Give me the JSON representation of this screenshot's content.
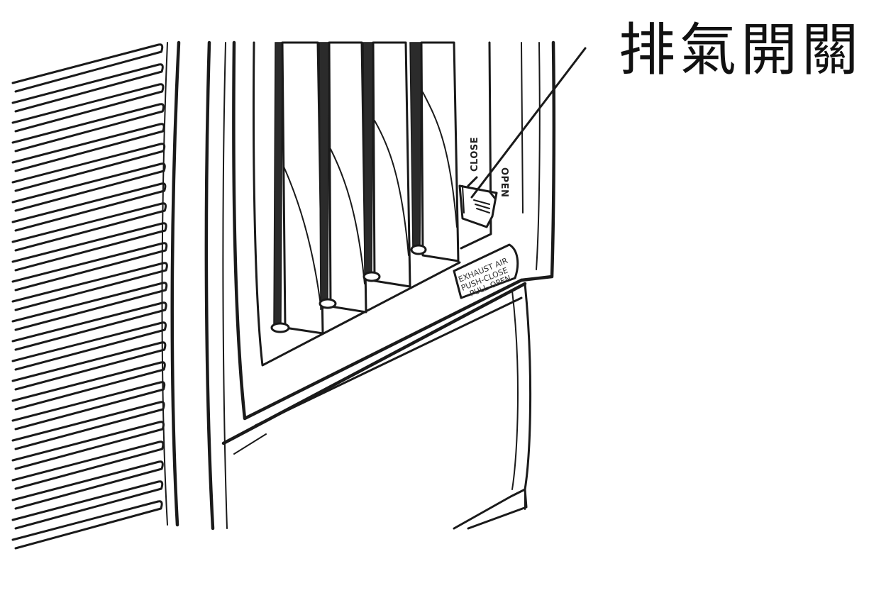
{
  "callout": {
    "label": "排氣開關"
  },
  "switch": {
    "close_label": "CLOSE",
    "open_label": "OPEN"
  },
  "sticker": {
    "lines": [
      "EXHAUST AIR",
      "PUSH-CLOSE",
      "PULL-OPEN"
    ]
  }
}
